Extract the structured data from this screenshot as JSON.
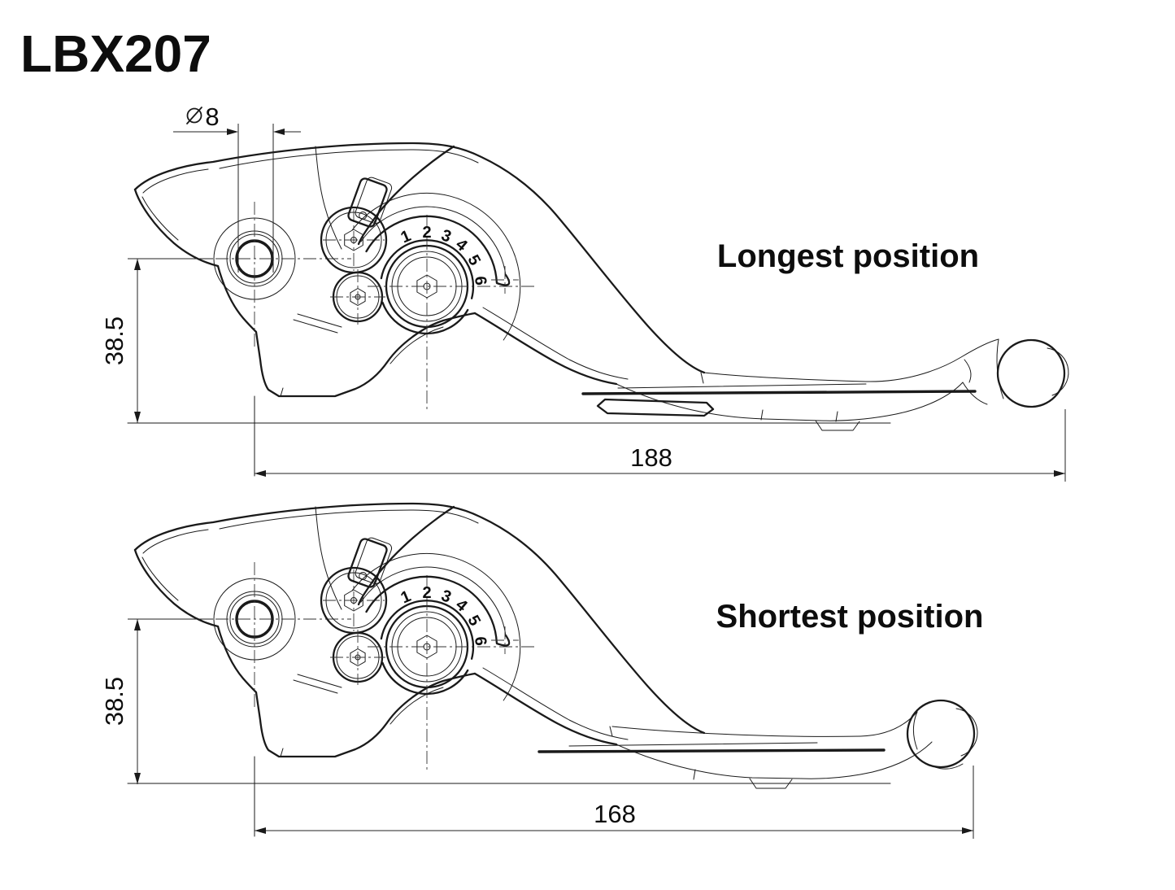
{
  "title": "LBX207",
  "views": [
    {
      "id": "longest",
      "label": "Longest position",
      "overall_length": "188",
      "height": "38.5",
      "hole_diameter": "8"
    },
    {
      "id": "shortest",
      "label": "Shortest position",
      "overall_length": "168",
      "height": "38.5"
    }
  ],
  "adjuster_numbers": [
    "1",
    "2",
    "3",
    "4",
    "5",
    "6"
  ],
  "colors": {
    "line": "#1a1a1a",
    "background": "#ffffff"
  }
}
